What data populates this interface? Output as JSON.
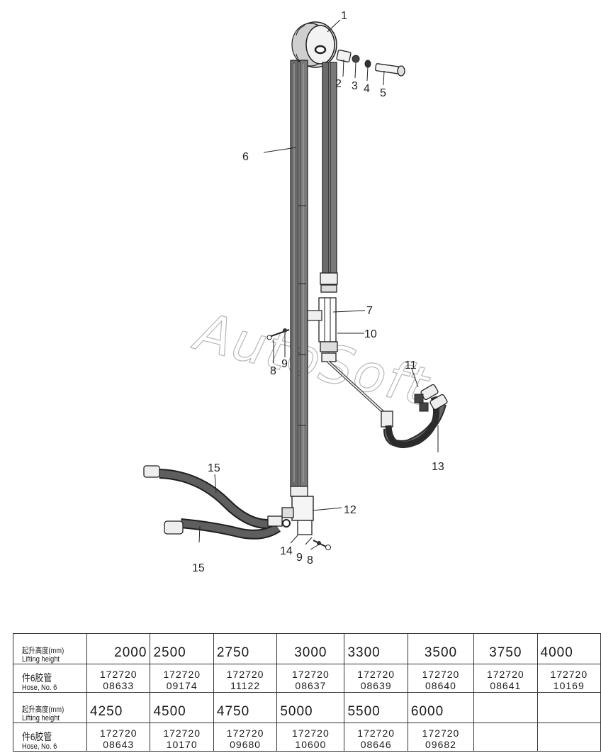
{
  "callouts": {
    "c1": "1",
    "c2": "2",
    "c3": "3",
    "c4": "4",
    "c5": "5",
    "c6": "6",
    "c7": "7",
    "c8a": "8",
    "c8b": "8",
    "c9a": "9",
    "c9b": "9",
    "c10": "10",
    "c11": "11",
    "c12": "12",
    "c13": "13",
    "c14": "14",
    "c15a": "15",
    "c15b": "15"
  },
  "watermark": "AutoSoft",
  "table": {
    "row1_label_cn": "起升高度(mm)",
    "row1_label_en": "Lifting height",
    "row2_label_cn": "件6胶管",
    "row2_label_en": "Hose, No. 6",
    "heights_a": [
      "2000",
      "2500",
      "2750",
      "3000",
      "3300",
      "3500",
      "3750",
      "4000"
    ],
    "parts_a": [
      [
        "172720",
        "08633"
      ],
      [
        "172720",
        "09174"
      ],
      [
        "172720",
        "11122"
      ],
      [
        "172720",
        "08637"
      ],
      [
        "172720",
        "08639"
      ],
      [
        "172720",
        "08640"
      ],
      [
        "172720",
        "08641"
      ],
      [
        "172720",
        "10169"
      ]
    ],
    "heights_b": [
      "4250",
      "4500",
      "4750",
      "5000",
      "5500",
      "6000",
      "",
      ""
    ],
    "parts_b": [
      [
        "172720",
        "08643"
      ],
      [
        "172720",
        "10170"
      ],
      [
        "172720",
        "09680"
      ],
      [
        "172720",
        "10600"
      ],
      [
        "172720",
        "08646"
      ],
      [
        "172720",
        "09682"
      ],
      [
        "",
        ""
      ],
      [
        "",
        ""
      ]
    ]
  },
  "colors": {
    "hose": "#5a5a5a",
    "hose_dark": "#2b2b2b",
    "metal": "#e8e8e8",
    "line": "#222222"
  }
}
